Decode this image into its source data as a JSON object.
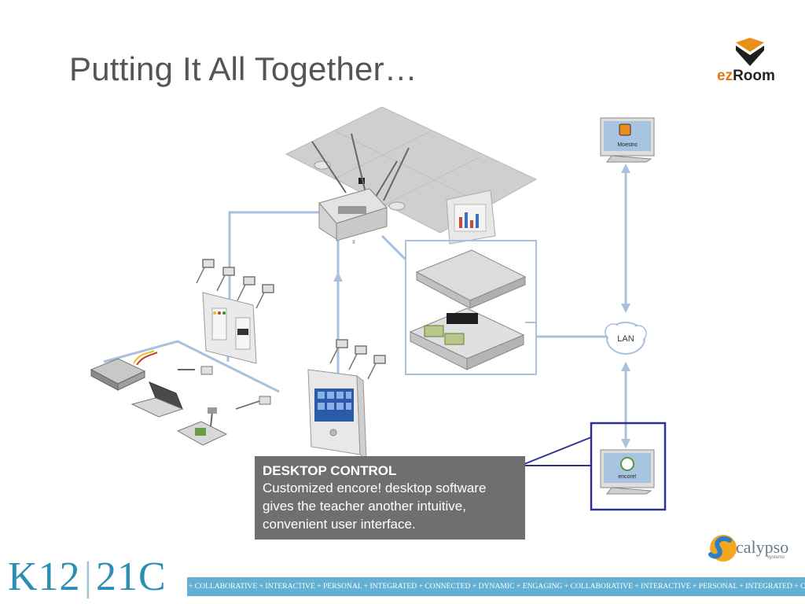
{
  "slide": {
    "title": "Putting It All Together…"
  },
  "logo_ezroom": {
    "prefix": "ez",
    "suffix": "Room"
  },
  "diagram": {
    "lan_label": "LAN",
    "monitor_top_label": "Moestro",
    "monitor_bottom_label": "encore!",
    "line_color": "#a9c1dc",
    "highlight_color": "#2e3192"
  },
  "callout": {
    "heading": "DESKTOP CONTROL",
    "body": "Customized encore! desktop software gives the teacher another intuitive, convenient user interface."
  },
  "footer": {
    "k12": "K12",
    "separator": "|",
    "c21": "21C",
    "tagline": "+ COLLABORATIVE + INTERACTIVE + PERSONAL + INTEGRATED + CONNECTED + DYNAMIC + ENGAGING + COLLABORATIVE + INTERACTIVE + PERSONAL + INTEGRATED + CONNECTED +",
    "calypso_name": "calypso",
    "calypso_sub": "systems"
  }
}
